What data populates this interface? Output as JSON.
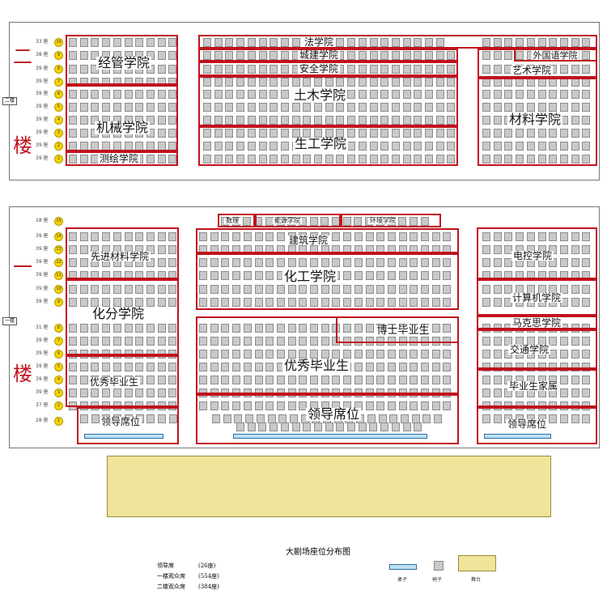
{
  "floor2": {
    "floor_char_top": "二",
    "floor_char_bottom": "楼",
    "floor_tag": "二楼",
    "row_label": "座",
    "row_counts": [
      "33",
      "38",
      "39",
      "39",
      "39",
      "39",
      "39",
      "39",
      "39",
      "39"
    ],
    "row_nums": [
      "10",
      "9",
      "8",
      "7",
      "6",
      "5",
      "4",
      "3",
      "2",
      "1"
    ],
    "zones": {
      "fa": "法学院",
      "chengjian": "城建学院",
      "anquan": "安全学院",
      "waiguoyu": "外国语学院",
      "yishu": "艺术学院",
      "jingguan": "经管学院",
      "jixie": "机械学院",
      "cehui": "测绘学院",
      "tumu": "土木学院",
      "shenggong": "生工学院",
      "cailiao": "材料学院"
    }
  },
  "floor1": {
    "floor_char_top": "一",
    "floor_char_bottom": "楼",
    "floor_tag": "一楼",
    "row_label": "座",
    "row_counts": [
      "18",
      "39",
      "39",
      "39",
      "39",
      "39",
      "39",
      "31",
      "39",
      "39",
      "39",
      "39",
      "39",
      "37",
      "28"
    ],
    "row_nums": [
      "15",
      "14",
      "13",
      "12",
      "11",
      "10",
      "9",
      "8",
      "7",
      "6",
      "5",
      "4",
      "3",
      "2",
      "1"
    ],
    "zones": {
      "shuli": "数理",
      "nengyuan": "能源学院",
      "huanjing": "环境学院",
      "jianzhu": "建筑学院",
      "huagong": "化工学院",
      "xianjin": "先进材料学院",
      "huafen": "化分学院",
      "youxiu_left": "优秀毕业生",
      "lingdao_left": "领导席位",
      "boshi": "博士毕业生",
      "youxiu_center": "优秀毕业生",
      "lingdao_center": "领导席位",
      "diankong": "电控学院",
      "jisuanji": "计算机学院",
      "makesi": "马克思学院",
      "jiaotong": "交通学院",
      "jiashu": "毕业生家属",
      "lingdao_right": "领导席位"
    }
  },
  "title": "大剧场座位分布图",
  "stats": [
    {
      "label": "领导席",
      "value": "(26座)"
    },
    {
      "label": "一楼观众席",
      "value": "(554座)"
    },
    {
      "label": "二楼观众席",
      "value": "(384座)"
    }
  ],
  "legend": {
    "desk": "桌子",
    "seat": "椅子",
    "stage": "舞台"
  },
  "colors": {
    "zone_border": "#c0121d",
    "seat": "#c9c9c9",
    "stage": "#efe49a",
    "desk": "#bfe0f4",
    "row_num": "#f6d400"
  }
}
